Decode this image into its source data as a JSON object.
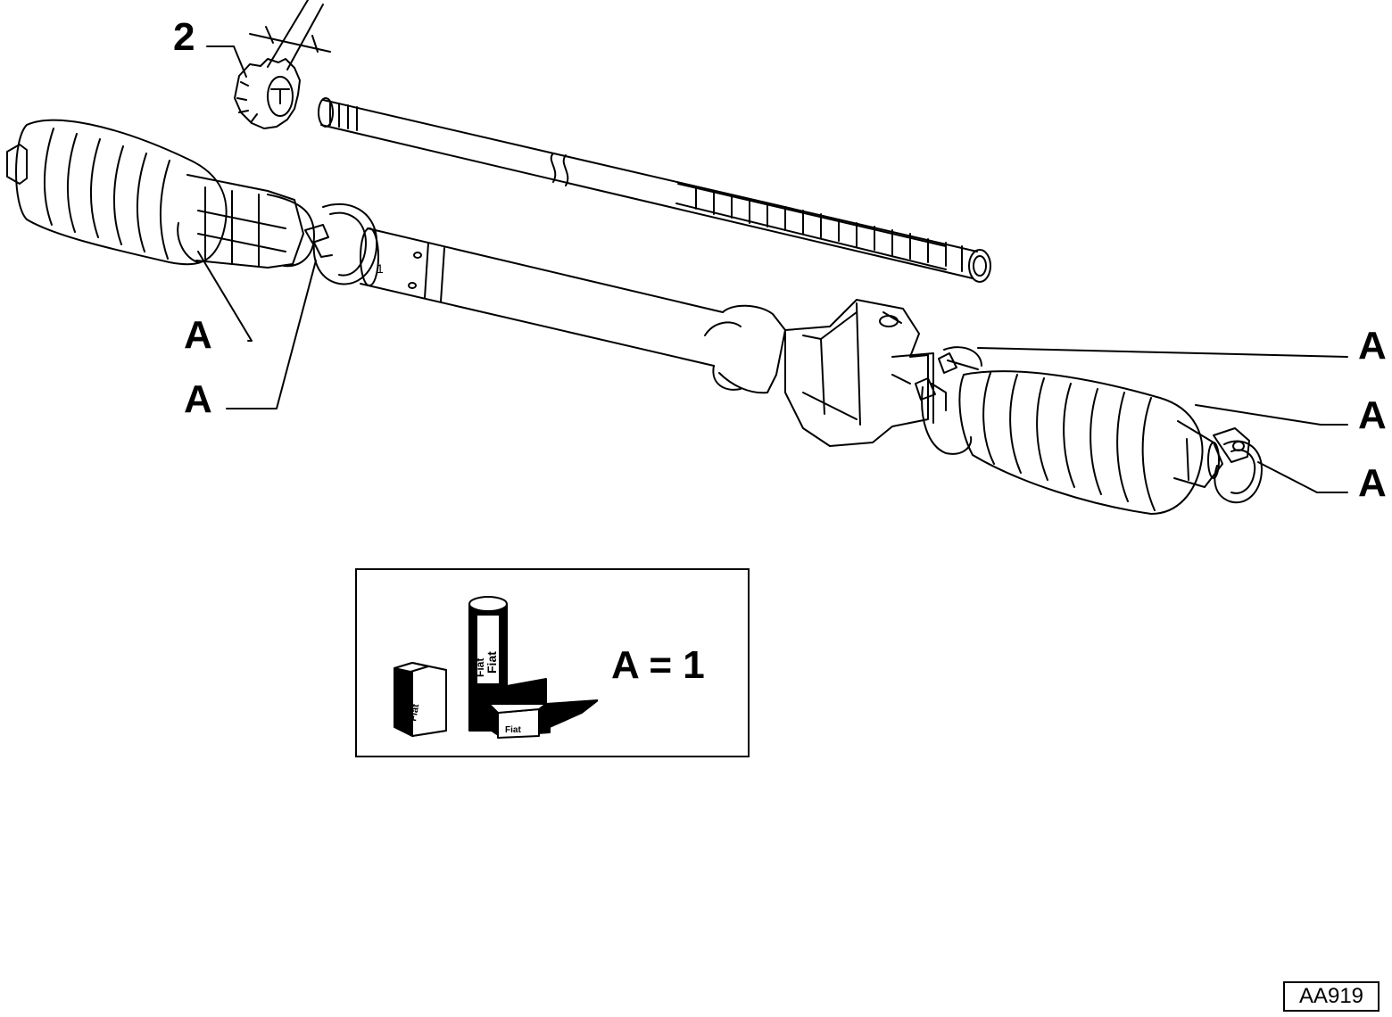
{
  "callouts": {
    "part2": "2",
    "left_a_upper": "A",
    "left_a_lower": "A",
    "right_a_top": "A",
    "right_a_middle": "A",
    "right_a_bottom": "A"
  },
  "legend": {
    "equation": "A = 1",
    "product_top": "Fiat",
    "product_tube": "Fiat",
    "product_left": "Fiat",
    "product_right": "Fiat"
  },
  "figure_code": "AA919",
  "colors": {
    "ink": "#000000",
    "paper": "#ffffff"
  }
}
